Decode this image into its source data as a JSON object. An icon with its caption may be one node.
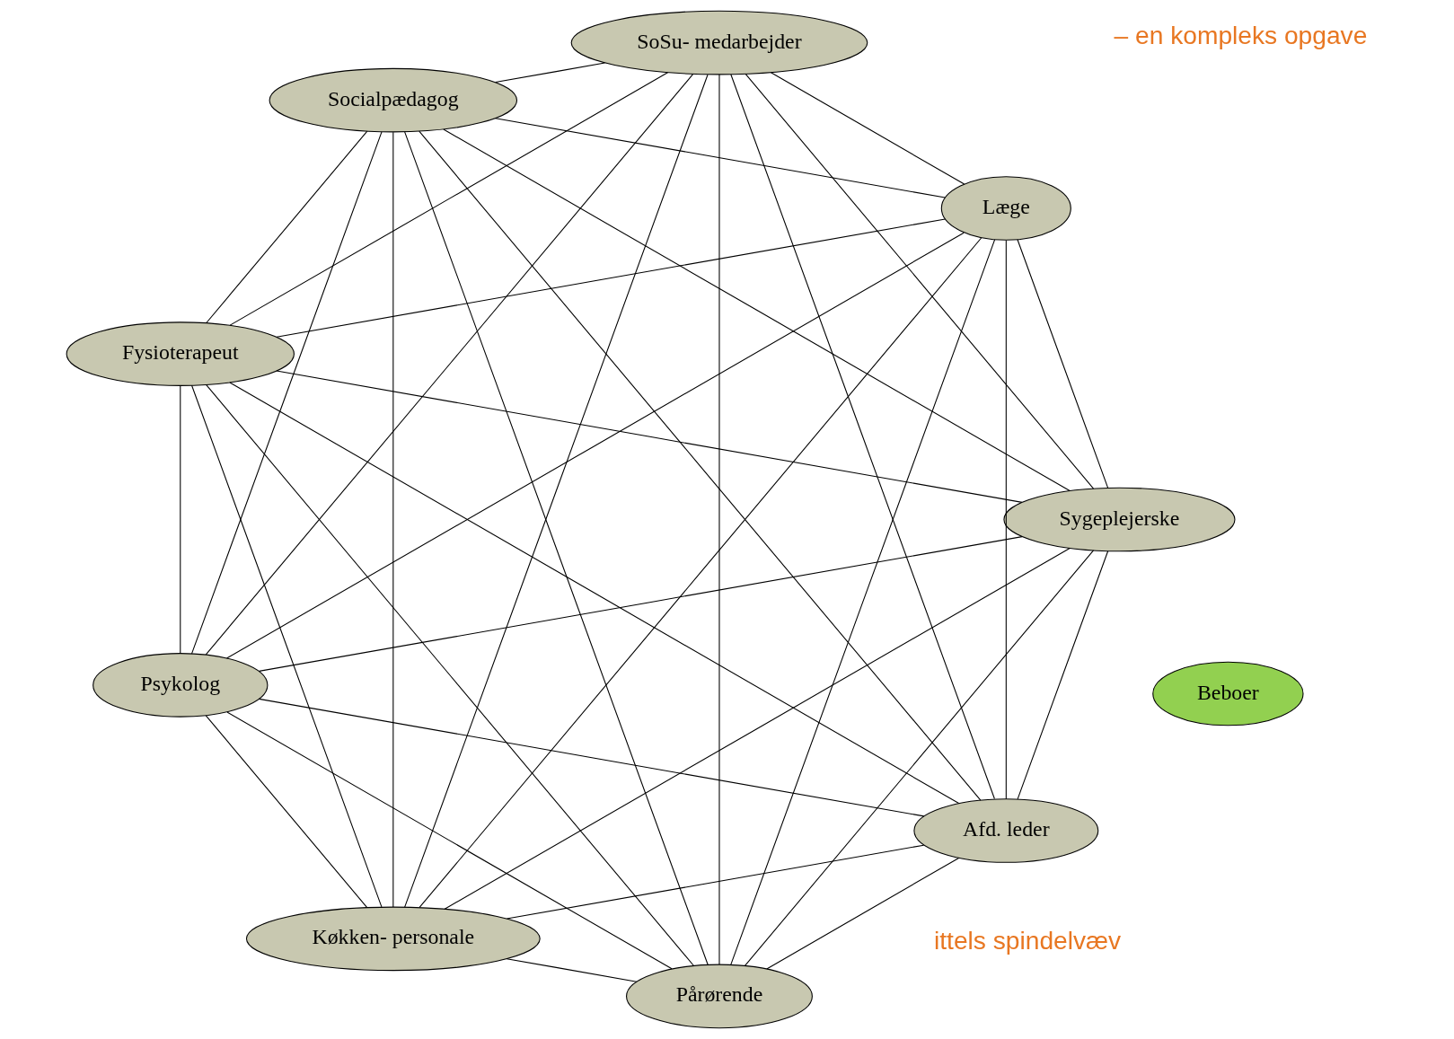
{
  "diagram": {
    "nodes": [
      {
        "text": [
          "Afd. leder"
        ]
      },
      {
        "text": [
          "Sygeplejerske"
        ]
      },
      {
        "text": [
          "Køkken- personale"
        ]
      },
      {
        "text": [
          "Psykolog"
        ]
      },
      {
        "text": [
          "Beboer"
        ]
      },
      {
        "text": [
          "Fysioterapeut"
        ]
      },
      {
        "text": [
          "Socialpædagog"
        ]
      },
      {
        "text": [
          "SoSu- medarbejder"
        ]
      },
      {
        "text": [
          "Læge"
        ]
      },
      {
        "text": [
          "Pårørende"
        ]
      }
    ],
    "edges": [
      {
        "from": 0,
        "to": 1,
        "arrow": "none"
      },
      {
        "from": 0,
        "to": 2,
        "arrow": "none"
      },
      {
        "from": 0,
        "to": 3,
        "arrow": "none"
      },
      {
        "from": 0,
        "to": 5,
        "arrow": "none"
      },
      {
        "from": 0,
        "to": 6,
        "arrow": "none"
      },
      {
        "from": 0,
        "to": 7,
        "arrow": "none"
      },
      {
        "from": 0,
        "to": 8,
        "arrow": "none"
      },
      {
        "from": 0,
        "to": 9,
        "arrow": "none"
      },
      {
        "from": 1,
        "to": 2,
        "arrow": "none"
      },
      {
        "from": 1,
        "to": 3,
        "arrow": "none"
      },
      {
        "from": 1,
        "to": 5,
        "arrow": "none"
      },
      {
        "from": 1,
        "to": 6,
        "arrow": "none"
      },
      {
        "from": 1,
        "to": 7,
        "arrow": "none"
      },
      {
        "from": 1,
        "to": 8,
        "arrow": "none"
      },
      {
        "from": 1,
        "to": 9,
        "arrow": "none"
      },
      {
        "from": 2,
        "to": 3,
        "arrow": "none"
      },
      {
        "from": 2,
        "to": 5,
        "arrow": "none"
      },
      {
        "from": 2,
        "to": 6,
        "arrow": "none"
      },
      {
        "from": 2,
        "to": 7,
        "arrow": "none"
      },
      {
        "from": 2,
        "to": 8,
        "arrow": "none"
      },
      {
        "from": 2,
        "to": 9,
        "arrow": "none"
      },
      {
        "from": 3,
        "to": 5,
        "arrow": "none"
      },
      {
        "from": 3,
        "to": 6,
        "arrow": "none"
      },
      {
        "from": 3,
        "to": 7,
        "arrow": "none"
      },
      {
        "from": 3,
        "to": 8,
        "arrow": "none"
      },
      {
        "from": 3,
        "to": 9,
        "arrow": "none"
      },
      {
        "from": 5,
        "to": 6,
        "arrow": "none"
      },
      {
        "from": 5,
        "to": 7,
        "arrow": "none"
      },
      {
        "from": 5,
        "to": 8,
        "arrow": "none"
      },
      {
        "from": 5,
        "to": 9,
        "arrow": "none"
      },
      {
        "from": 6,
        "to": 7,
        "arrow": "none"
      },
      {
        "from": 6,
        "to": 8,
        "arrow": "none"
      },
      {
        "from": 6,
        "to": 9,
        "arrow": "none"
      },
      {
        "from": 7,
        "to": 8,
        "arrow": "none"
      },
      {
        "from": 7,
        "to": 9,
        "arrow": "none"
      },
      {
        "from": 8,
        "to": 9,
        "arrow": "none"
      }
    ],
    "labels": [
      "ittels spindelvæv",
      "– en kompleks opgave"
    ]
  }
}
